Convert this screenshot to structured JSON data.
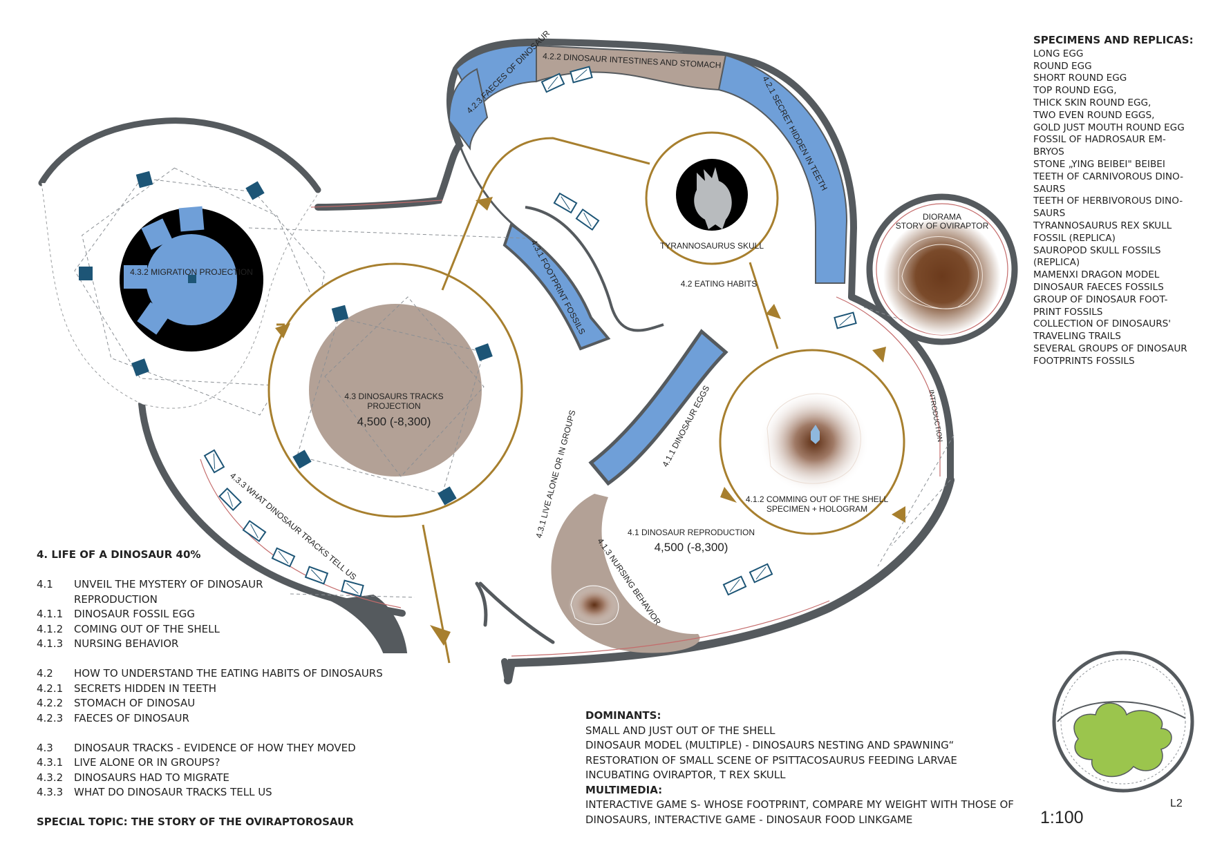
{
  "zones": {
    "z_4_2_3": "4.2.3 FAECES OF DINOSAUR",
    "z_4_2_2": "4.2.2 DINOSAUR INTESTINES AND STOMACH",
    "z_4_2_1": "4.2.1 SECRET HIDDEN IN TEETH",
    "z_4_3_2": "4.3.2 MIGRATION PROJECTION",
    "z_4_3_1": "4.3.1 FOOTPRINT FOSSILS",
    "z_trex": "TYRANNOSAURUS SKULL",
    "z_4_2": "4.2 EATING HABITS",
    "z_diorama_1": "DIORAMA",
    "z_diorama_2": "STORY OF OVIRAPTOR",
    "z_4_3_line1": "4.3 DINOSAURS TRACKS",
    "z_4_3_line2": "PROJECTION",
    "z_4_3_area": "4,500 (-8,300)",
    "z_4_1_1": "4.1.1 DINOSAUR EGGS",
    "z_intro": "INTRODUCTION",
    "z_4_3_3": "4.3.3 WHAT DINOSAUR TRACKS TELL US",
    "z_4_3_1b": "4.3.1 LIVE ALONE OR IN GROUPS",
    "z_4_1_2_line1": "4.1.2 COMMING OUT OF THE SHELL",
    "z_4_1_2_line2": "SPECIMEN + HOLOGRAM",
    "z_4_1": "4.1 DINOSAUR REPRODUCTION",
    "z_4_1_area": "4,500 (-8,300)",
    "z_4_1_3": "4.1.3 NURSING BEHAVIOR"
  },
  "specimens": {
    "title": "SPECIMENS AND REPLICAS:",
    "items": [
      "LONG EGG",
      "ROUND EGG",
      "SHORT ROUND EGG",
      "TOP ROUND EGG,",
      "THICK SKIN ROUND EGG,",
      "TWO EVEN ROUND EGGS,",
      "GOLD JUST MOUTH ROUND EGG",
      "FOSSIL OF HADROSAUR EM-",
      "BRYOS",
      "STONE „YING BEIBEI\" BEIBEI",
      "TEETH OF CARNIVOROUS DINO-",
      "SAURS",
      "TEETH OF HERBIVOROUS DINO-",
      "SAURS",
      "TYRANNOSAURUS REX SKULL",
      "FOSSIL (REPLICA)",
      "SAUROPOD SKULL FOSSILS",
      "(REPLICA)",
      "MAMENXI DRAGON MODEL",
      "DINOSAUR FAECES FOSSILS",
      "GROUP OF DINOSAUR FOOT-",
      "PRINT FOSSILS",
      "COLLECTION OF DINOSAURS'",
      "TRAVELING TRAILS",
      "SEVERAL GROUPS OF DINOSAUR",
      "FOOTPRINTS FOSSILS"
    ]
  },
  "legend": {
    "title": "4. LIFE OF A DINOSAUR 40%",
    "g1": {
      "r0": {
        "num": "4.1",
        "text": "UNVEIL THE MYSTERY OF DINOSAUR"
      },
      "r0b": "REPRODUCTION",
      "r1": {
        "num": "4.1.1",
        "text": "DINOSAUR FOSSIL EGG"
      },
      "r2": {
        "num": "4.1.2",
        "text": "COMING OUT OF THE SHELL"
      },
      "r3": {
        "num": "4.1.3",
        "text": "NURSING BEHAVIOR"
      }
    },
    "g2": {
      "r0": {
        "num": "4.2",
        "text": "HOW TO UNDERSTAND THE EATING HABITS OF DINOSAURS"
      },
      "r1": {
        "num": "4.2.1",
        "text": "SECRETS HIDDEN IN TEETH"
      },
      "r2": {
        "num": "4.2.2",
        "text": "STOMACH OF DINOSAU"
      },
      "r3": {
        "num": "4.2.3",
        "text": "FAECES OF DINOSAUR"
      }
    },
    "g3": {
      "r0": {
        "num": "4.3",
        "text": "DINOSAUR TRACKS - EVIDENCE OF HOW THEY MOVED"
      },
      "r1": {
        "num": "4.3.1",
        "text": "LIVE ALONE OR IN GROUPS?"
      },
      "r2": {
        "num": "4.3.2",
        "text": "DINOSAURS HAD TO MIGRATE"
      },
      "r3": {
        "num": "4.3.3",
        "text": "WHAT DO DINOSAUR TRACKS TELL US"
      }
    },
    "special": "SPECIAL TOPIC: THE STORY OF THE OVIRAPTOROSAUR"
  },
  "dominants": {
    "title": "DOMINANTS:",
    "l1": "SMALL AND  JUST OUT OF THE SHELL",
    "l2": "DINOSAUR MODEL (MULTIPLE) - DINOSAURS NESTING AND SPAWNING“",
    "l3": "RESTORATION OF SMALL SCENE OF PSITTACOSAURUS FEEDING LARVAE",
    "l4": "INCUBATING OVIRAPTOR, T REX SKULL",
    "multimedia_title": "MULTIMEDIA:",
    "m1": "INTERACTIVE GAME S- WHOSE FOOTPRINT, COMPARE MY WEIGHT WITH THOSE OF",
    "m2": "DINOSAURS, INTERACTIVE GAME - DINOSAUR FOOD LINKGAME"
  },
  "scale": "1:100",
  "level": "L2",
  "colors": {
    "wall": "#555a5e",
    "blue_zone": "#6f9fd8",
    "taupe_zone": "#b3a196",
    "route": "#a77f2e",
    "marker": "#1d5576",
    "key_green": "#9bc54d"
  }
}
